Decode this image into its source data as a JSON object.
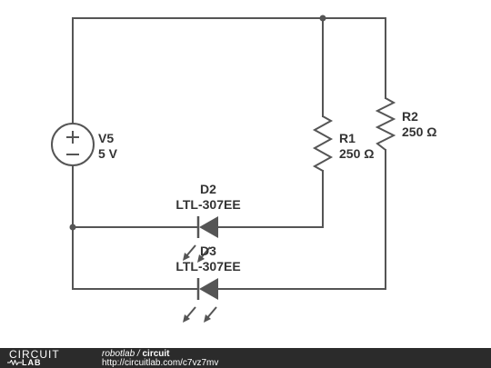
{
  "components": {
    "source": {
      "name": "V5",
      "value": "5 V"
    },
    "r1": {
      "name": "R1",
      "value": "250 Ω"
    },
    "r2": {
      "name": "R2",
      "value": "250 Ω"
    },
    "d2": {
      "name": "D2",
      "part": "LTL-307EE"
    },
    "d3": {
      "name": "D3",
      "part": "LTL-307EE"
    }
  },
  "footer": {
    "logo_text": "CIRCUIT",
    "logo_sub": "LAB",
    "author": "robotlab",
    "separator": " / ",
    "circuit_name": "circuit",
    "url": "http://circuitlab.com/c7vz7mv"
  },
  "colors": {
    "wire": "#555555",
    "footer_bg": "#2b2b2b",
    "text": "#333333"
  }
}
